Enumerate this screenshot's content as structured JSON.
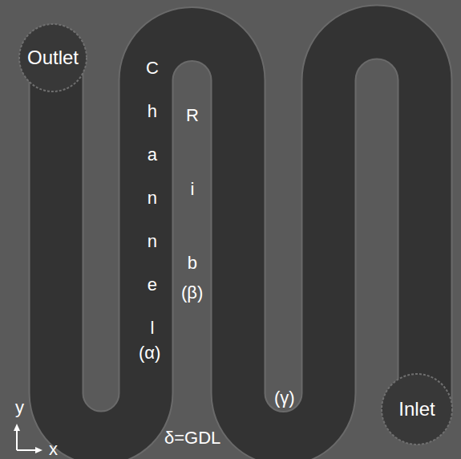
{
  "diagram": {
    "nodes": [
      {
        "text": [
          "Outlet"
        ]
      },
      {
        "text": [
          "Inlet"
        ]
      }
    ],
    "labels": [
      "Channel",
      "(α)",
      "Rib",
      "(β)",
      "(γ)",
      "δ=GDL",
      "y",
      "x"
    ]
  }
}
